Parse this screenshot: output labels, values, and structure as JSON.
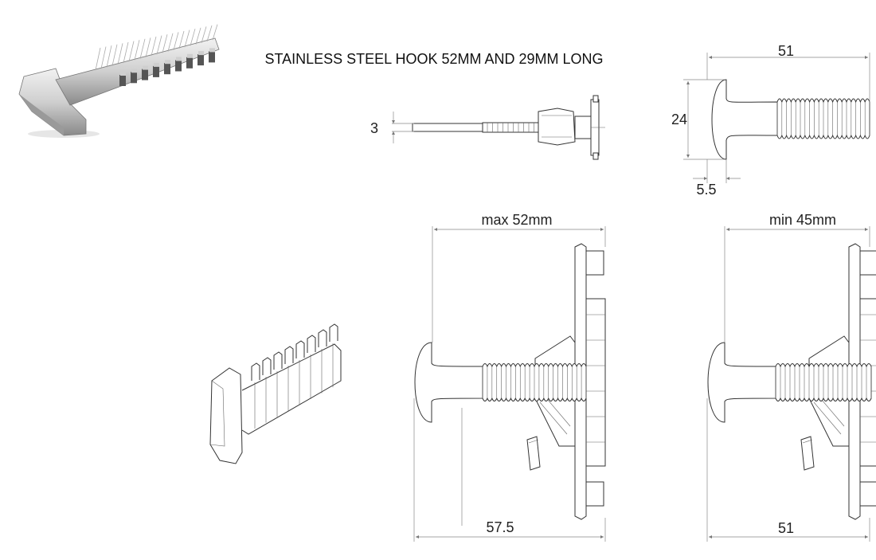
{
  "title": "STAINLESS STEEL HOOK 52MM AND 29MM LONG",
  "dimensions": {
    "top_mid_thickness": "3",
    "top_right_width": "51",
    "top_right_height": "24",
    "top_right_head": "5.5",
    "mid_max_label": "max 52mm",
    "mid_total": "57.5",
    "right_min_label": "min 45mm",
    "right_total": "51"
  },
  "colors": {
    "line": "#333333",
    "dim_line": "#888888",
    "steel_light": "#d9d9d9",
    "steel_dark": "#6f6f6f"
  }
}
